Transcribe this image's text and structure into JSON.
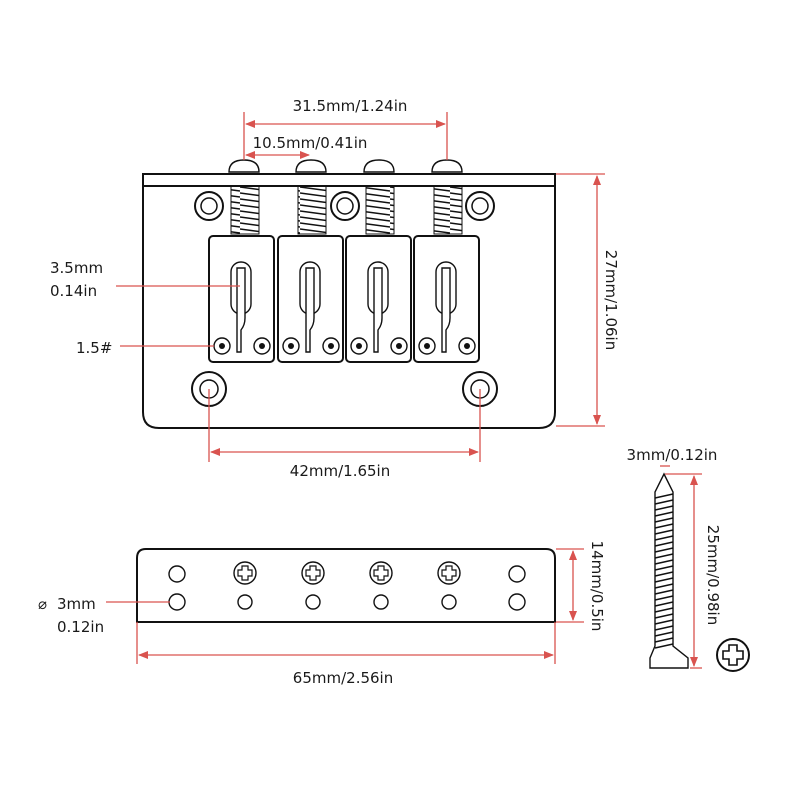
{
  "labels": {
    "saddle_spacing_outer": "31.5mm/1.24in",
    "saddle_spacing_adjacent": "10.5mm/0.41in",
    "slot_width_mm": "3.5mm",
    "slot_width_in": "0.14in",
    "intonation_screw": "1.5#",
    "plate_height": "27mm/1.06in",
    "mount_hole_spacing": "42mm/1.65in",
    "screw_diameter": "3mm/0.12in",
    "screw_length": "25mm/0.98in",
    "block_height": "14mm/0.5in",
    "block_hole_mm": "3mm",
    "block_hole_in": "0.12in",
    "block_width": "65mm/2.56in",
    "diameter_symbol": "⌀"
  },
  "colors": {
    "dimension_line": "#d9534f",
    "outline": "#111111"
  }
}
